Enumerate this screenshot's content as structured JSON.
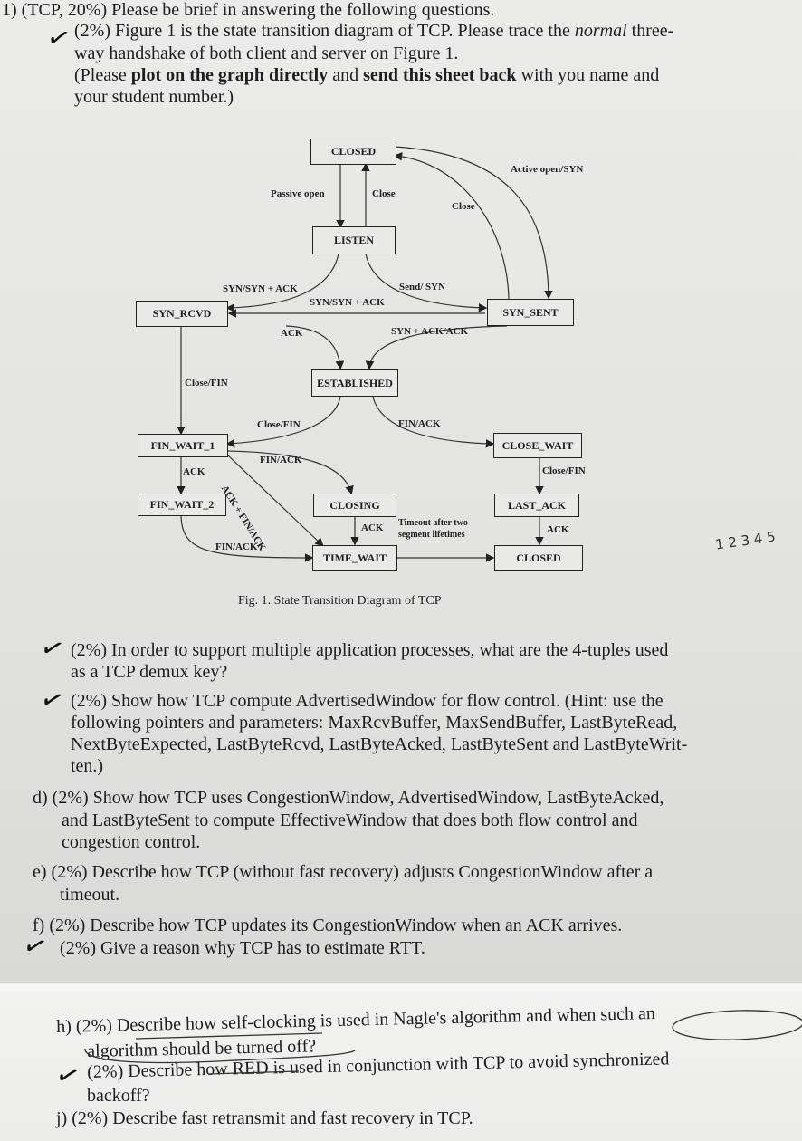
{
  "question1": {
    "header": "1) (TCP, 20%) Please be brief in answering the following questions.",
    "part_a": {
      "line1": "(2%) Figure 1 is the state transition diagram of TCP. Please trace the",
      "line1_em": "normal",
      "line1_end": "three-",
      "line2": "way handshake of both client and server on Figure 1.",
      "line3_pre": "(Please ",
      "line3_bold1": "plot on the graph directly",
      "line3_mid": " and ",
      "line3_bold2": "send this sheet back",
      "line3_post": " with you name and",
      "line4": "your student number.)"
    }
  },
  "figure": {
    "states": {
      "closed": "CLOSED",
      "listen": "LISTEN",
      "syn_rcvd": "SYN_RCVD",
      "syn_sent": "SYN_SENT",
      "established": "ESTABLISHED",
      "fin_wait_1": "FIN_WAIT_1",
      "close_wait": "CLOSE_WAIT",
      "fin_wait_2": "FIN_WAIT_2",
      "closing": "CLOSING",
      "last_ack": "LAST_ACK",
      "time_wait": "TIME_WAIT",
      "closed_final": "CLOSED"
    },
    "labels": {
      "active_open": "Active open/SYN",
      "passive_open": "Passive open",
      "close_1": "Close",
      "close_2": "Close",
      "syn_synack": "SYN/SYN + ACK",
      "send_syn": "Send/ SYN",
      "syn_synack_2": "SYN/SYN + ACK",
      "ack_1": "ACK",
      "synack_ack": "SYN + ACK/ACK",
      "close_fin_1": "Close/FIN",
      "close_fin_2": "Close/FIN",
      "fin_ack_1": "FIN/ACK",
      "fin_ack_2": "FIN/ACK",
      "close_fin_3": "Close/FIN",
      "ack_2": "ACK",
      "ack_fin_ack": "ACK + FIN/ACK",
      "ack_3": "ACK",
      "timeout": "Timeout after two",
      "timeout2": "segment lifetimes",
      "ack_4": "ACK",
      "fin_ack_3": "FIN/ACK"
    },
    "caption": "Fig. 1.   State Transition Diagram of TCP",
    "pen_note": "1 2 3 4 5"
  },
  "questions": {
    "b1": "(2%) In order to support multiple application processes, what are the 4-tuples used",
    "b2": "as a TCP demux key?",
    "c1": "(2%) Show how TCP compute AdvertisedWindow for flow control. (Hint: use the",
    "c2": "following pointers and parameters: MaxRcvBuffer, MaxSendBuffer, LastByteRead,",
    "c3": "NextByteExpected, LastByteRcvd, LastByteAcked, LastByteSent and LastByteWrit-",
    "c4": "ten.)",
    "d1": "d)  (2%) Show how TCP uses CongestionWindow, AdvertisedWindow, LastByteAcked,",
    "d2": "and LastByteSent to compute EffectiveWindow that does both flow control and",
    "d3": "congestion control.",
    "e1": "e)  (2%) Describe how TCP (without fast recovery) adjusts CongestionWindow after a",
    "e2": "timeout.",
    "f1": "f)  (2%) Describe how TCP updates its CongestionWindow when an ACK arrives.",
    "g1": "(2%) Give a reason why TCP has to estimate RTT.",
    "h1": "h)  (2%) Describe how self-clocking is used in Nagle's algorithm and when such an",
    "h2": "algorithm should be turned off?",
    "i1": "(2%) Describe how RED is used in conjunction with TCP to avoid synchronized",
    "i2": "backoff?",
    "j1": "j)  (2%) Describe fast retransmit and fast recovery in TCP."
  },
  "marks": {
    "check": "✓"
  }
}
